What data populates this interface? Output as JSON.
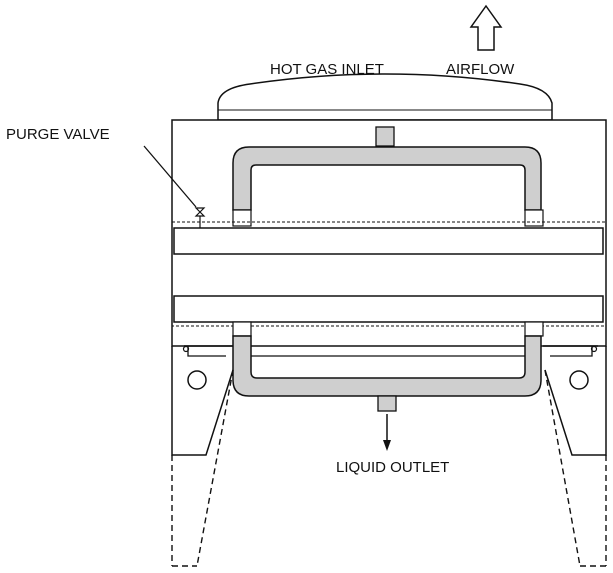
{
  "labels": {
    "hot_gas_inlet": "HOT GAS INLET",
    "airflow": "AIRFLOW",
    "purge_valve": "PURGE VALVE",
    "liquid_outlet": "LIQUID OUTLET"
  },
  "colors": {
    "line": "#111111",
    "pipe_fill": "#cfcfcf",
    "background": "#ffffff"
  }
}
